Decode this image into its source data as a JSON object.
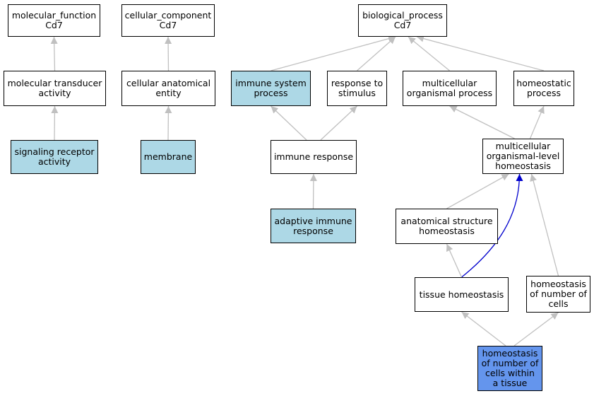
{
  "colors": {
    "plain": "#ffffff",
    "highlight": "#add8e6",
    "focus": "#6495ed",
    "edge": "#c0c0c0",
    "edge_emphasis": "#0000cd"
  },
  "nodes": [
    {
      "id": "mf",
      "label": "molecular_function\nCd7",
      "style": "plain"
    },
    {
      "id": "cc",
      "label": "cellular_component\nCd7",
      "style": "plain"
    },
    {
      "id": "bp",
      "label": "biological_process\nCd7",
      "style": "plain"
    },
    {
      "id": "mta",
      "label": "molecular transducer\nactivity",
      "style": "plain"
    },
    {
      "id": "cae",
      "label": "cellular anatomical\nentity",
      "style": "plain"
    },
    {
      "id": "isp",
      "label": "immune system\nprocess",
      "style": "highlight"
    },
    {
      "id": "rts",
      "label": "response to\nstimulus",
      "style": "plain"
    },
    {
      "id": "mop",
      "label": "multicellular\norganismal process",
      "style": "plain"
    },
    {
      "id": "hp",
      "label": "homeostatic\nprocess",
      "style": "plain"
    },
    {
      "id": "sra",
      "label": "signaling receptor\nactivity",
      "style": "highlight"
    },
    {
      "id": "mem",
      "label": "membrane",
      "style": "highlight"
    },
    {
      "id": "ir",
      "label": "immune response",
      "style": "plain"
    },
    {
      "id": "mlh",
      "label": "multicellular\norganismal-level\nhomeostasis",
      "style": "plain"
    },
    {
      "id": "air",
      "label": "adaptive immune\nresponse",
      "style": "highlight"
    },
    {
      "id": "ash",
      "label": "anatomical structure\nhomeostasis",
      "style": "plain"
    },
    {
      "id": "th",
      "label": "tissue homeostasis",
      "style": "plain"
    },
    {
      "id": "hnc",
      "label": "homeostasis\nof number of\ncells",
      "style": "plain"
    },
    {
      "id": "hncwt",
      "label": "homeostasis\nof number of\ncells within\na tissue",
      "style": "focus"
    }
  ],
  "edges": [
    {
      "from": "mta",
      "to": "mf"
    },
    {
      "from": "sra",
      "to": "mta"
    },
    {
      "from": "cae",
      "to": "cc"
    },
    {
      "from": "mem",
      "to": "cae"
    },
    {
      "from": "isp",
      "to": "bp"
    },
    {
      "from": "rts",
      "to": "bp"
    },
    {
      "from": "mop",
      "to": "bp"
    },
    {
      "from": "hp",
      "to": "bp"
    },
    {
      "from": "ir",
      "to": "isp"
    },
    {
      "from": "ir",
      "to": "rts"
    },
    {
      "from": "air",
      "to": "ir"
    },
    {
      "from": "mlh",
      "to": "mop"
    },
    {
      "from": "mlh",
      "to": "hp"
    },
    {
      "from": "ash",
      "to": "mlh"
    },
    {
      "from": "th",
      "to": "mlh",
      "style": "emphasis"
    },
    {
      "from": "hnc",
      "to": "mlh"
    },
    {
      "from": "th",
      "to": "ash"
    },
    {
      "from": "hncwt",
      "to": "th"
    },
    {
      "from": "hncwt",
      "to": "hnc"
    }
  ]
}
